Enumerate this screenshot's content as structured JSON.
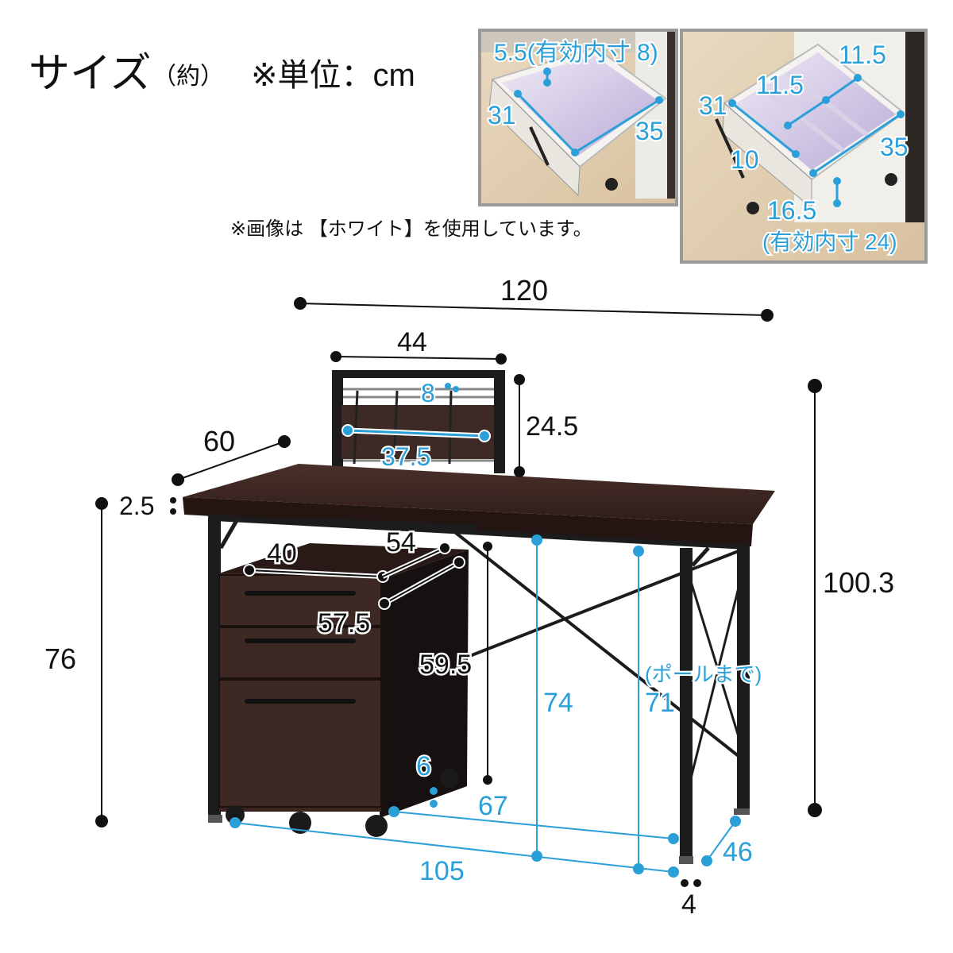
{
  "title": {
    "main": "サイズ",
    "approx": "（約）",
    "unit": "※単位：cm"
  },
  "note": "※画像は 【ホワイト】を使用しています。",
  "inset_left": {
    "top": "5.5(有効内寸 8)",
    "left": "31",
    "right": "35"
  },
  "inset_right": {
    "top": "11.5",
    "mid": "11.5",
    "left": "31",
    "left_low": "10",
    "right": "35",
    "bottom": "16.5",
    "bottom_note": "(有効内寸 24)"
  },
  "dims": {
    "width": "120",
    "rack_width": "44",
    "rack_height": "24.5",
    "rack_pitch": "8",
    "rack_inner": "37.5",
    "depth": "60",
    "top_thickness": "2.5",
    "desk_height": "76",
    "total_height": "100.3",
    "wagon_width": "40",
    "wagon_depth": "54",
    "wagon_depth_total": "57.5",
    "wagon_height": "59.5",
    "under_height": "74",
    "pole_height": "71",
    "pole_note": "(ポールまで)",
    "caster_height": "6",
    "inner_depth": "67",
    "inner_width": "105",
    "side_depth": "46",
    "leg_width": "4"
  },
  "colors": {
    "black": "#111111",
    "blue": "#2a9fd8",
    "wood": "#3a2521",
    "frame": "#1c1c1c"
  }
}
